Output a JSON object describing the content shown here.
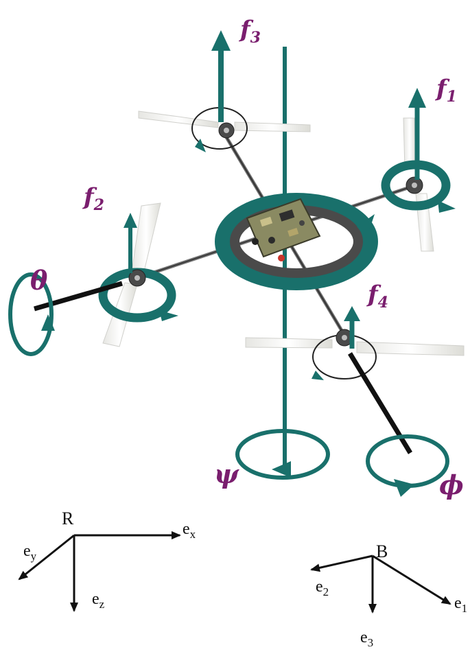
{
  "forces": {
    "f1": {
      "base": "f",
      "sub": "1"
    },
    "f2": {
      "base": "f",
      "sub": "2"
    },
    "f3": {
      "base": "f",
      "sub": "3"
    },
    "f4": {
      "base": "f",
      "sub": "4"
    }
  },
  "angles": {
    "theta": "θ",
    "psi": "ψ",
    "phi": "ϕ"
  },
  "inertial_frame": {
    "name": "R",
    "axes": {
      "x": {
        "base": "e",
        "sub": "x"
      },
      "y": {
        "base": "e",
        "sub": "y"
      },
      "z": {
        "base": "e",
        "sub": "z"
      }
    }
  },
  "body_frame": {
    "name": "B",
    "axes": {
      "e1": {
        "base": "e",
        "sub": "1"
      },
      "e2": {
        "base": "e",
        "sub": "2"
      },
      "e3": {
        "base": "e",
        "sub": "3"
      }
    }
  },
  "colors": {
    "teal": "#19706b",
    "label_purple": "#7a1e6e",
    "frame_black": "#111111",
    "blade_white": "#f2f2ee",
    "pcb_green": "#8a8a62"
  }
}
